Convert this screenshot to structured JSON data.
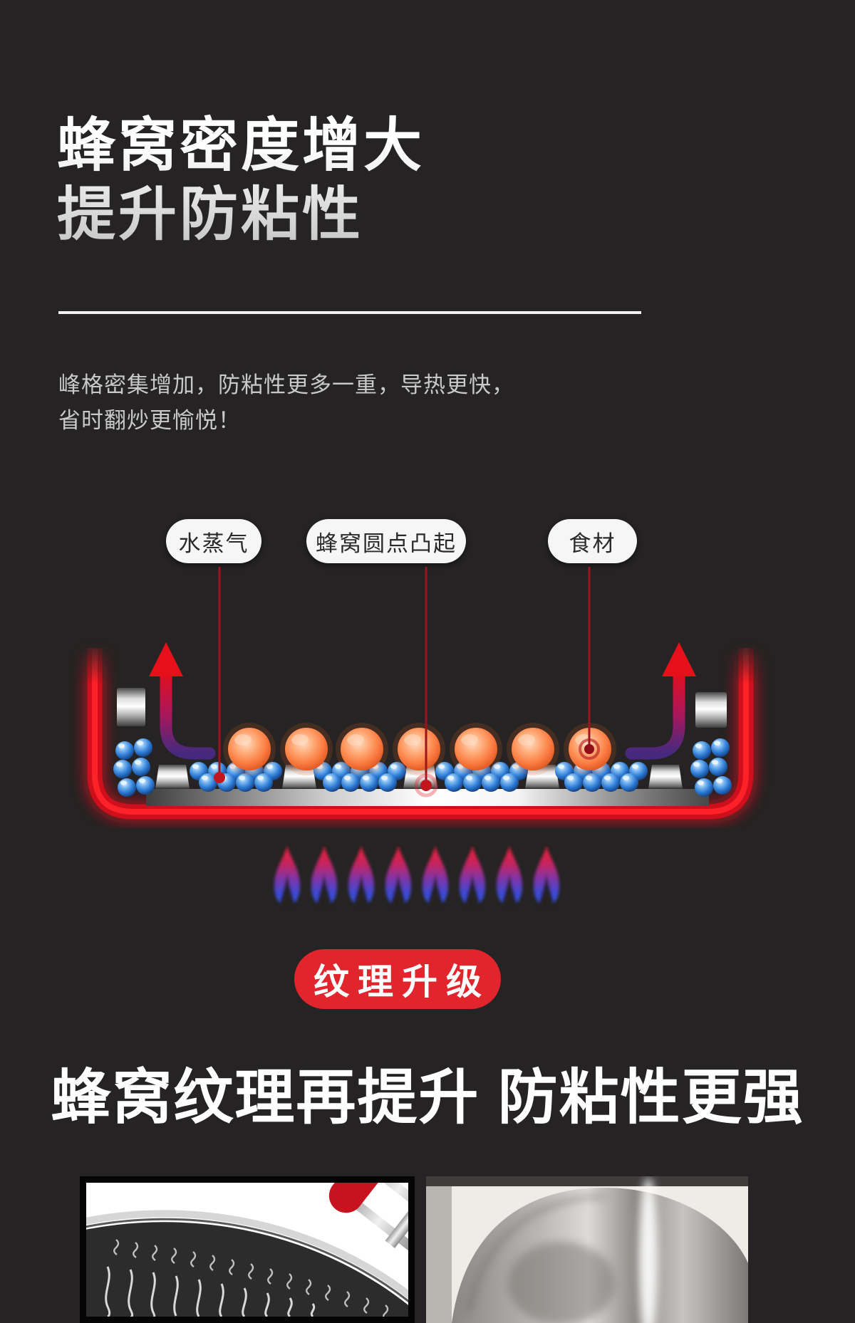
{
  "page": {
    "background": "#252323"
  },
  "colors": {
    "accent_red": "#e2242c",
    "pan_glow_red": "#e60f1a",
    "flame_top_red": "#f02133",
    "flame_bottom_blue": "#2f5ae8",
    "bubble_blue": "#2e7cd6",
    "food_orange": "#f97a3e",
    "metal_silver": "#d9d9d9"
  },
  "hero": {
    "title_line1": "蜂窝密度增大",
    "title_line2": "提升防粘性",
    "desc_line1": "峰格密集增加，防粘性更多一重，导热更快，",
    "desc_line2": "省时翻炒更愉悦！"
  },
  "diagram": {
    "label_steam": "水蒸气",
    "label_bumps": "蜂窝圆点凸起",
    "label_food": "食材"
  },
  "badge": {
    "text": "纹理升级"
  },
  "section": {
    "title": "蜂窝纹理再提升 防粘性更强"
  }
}
